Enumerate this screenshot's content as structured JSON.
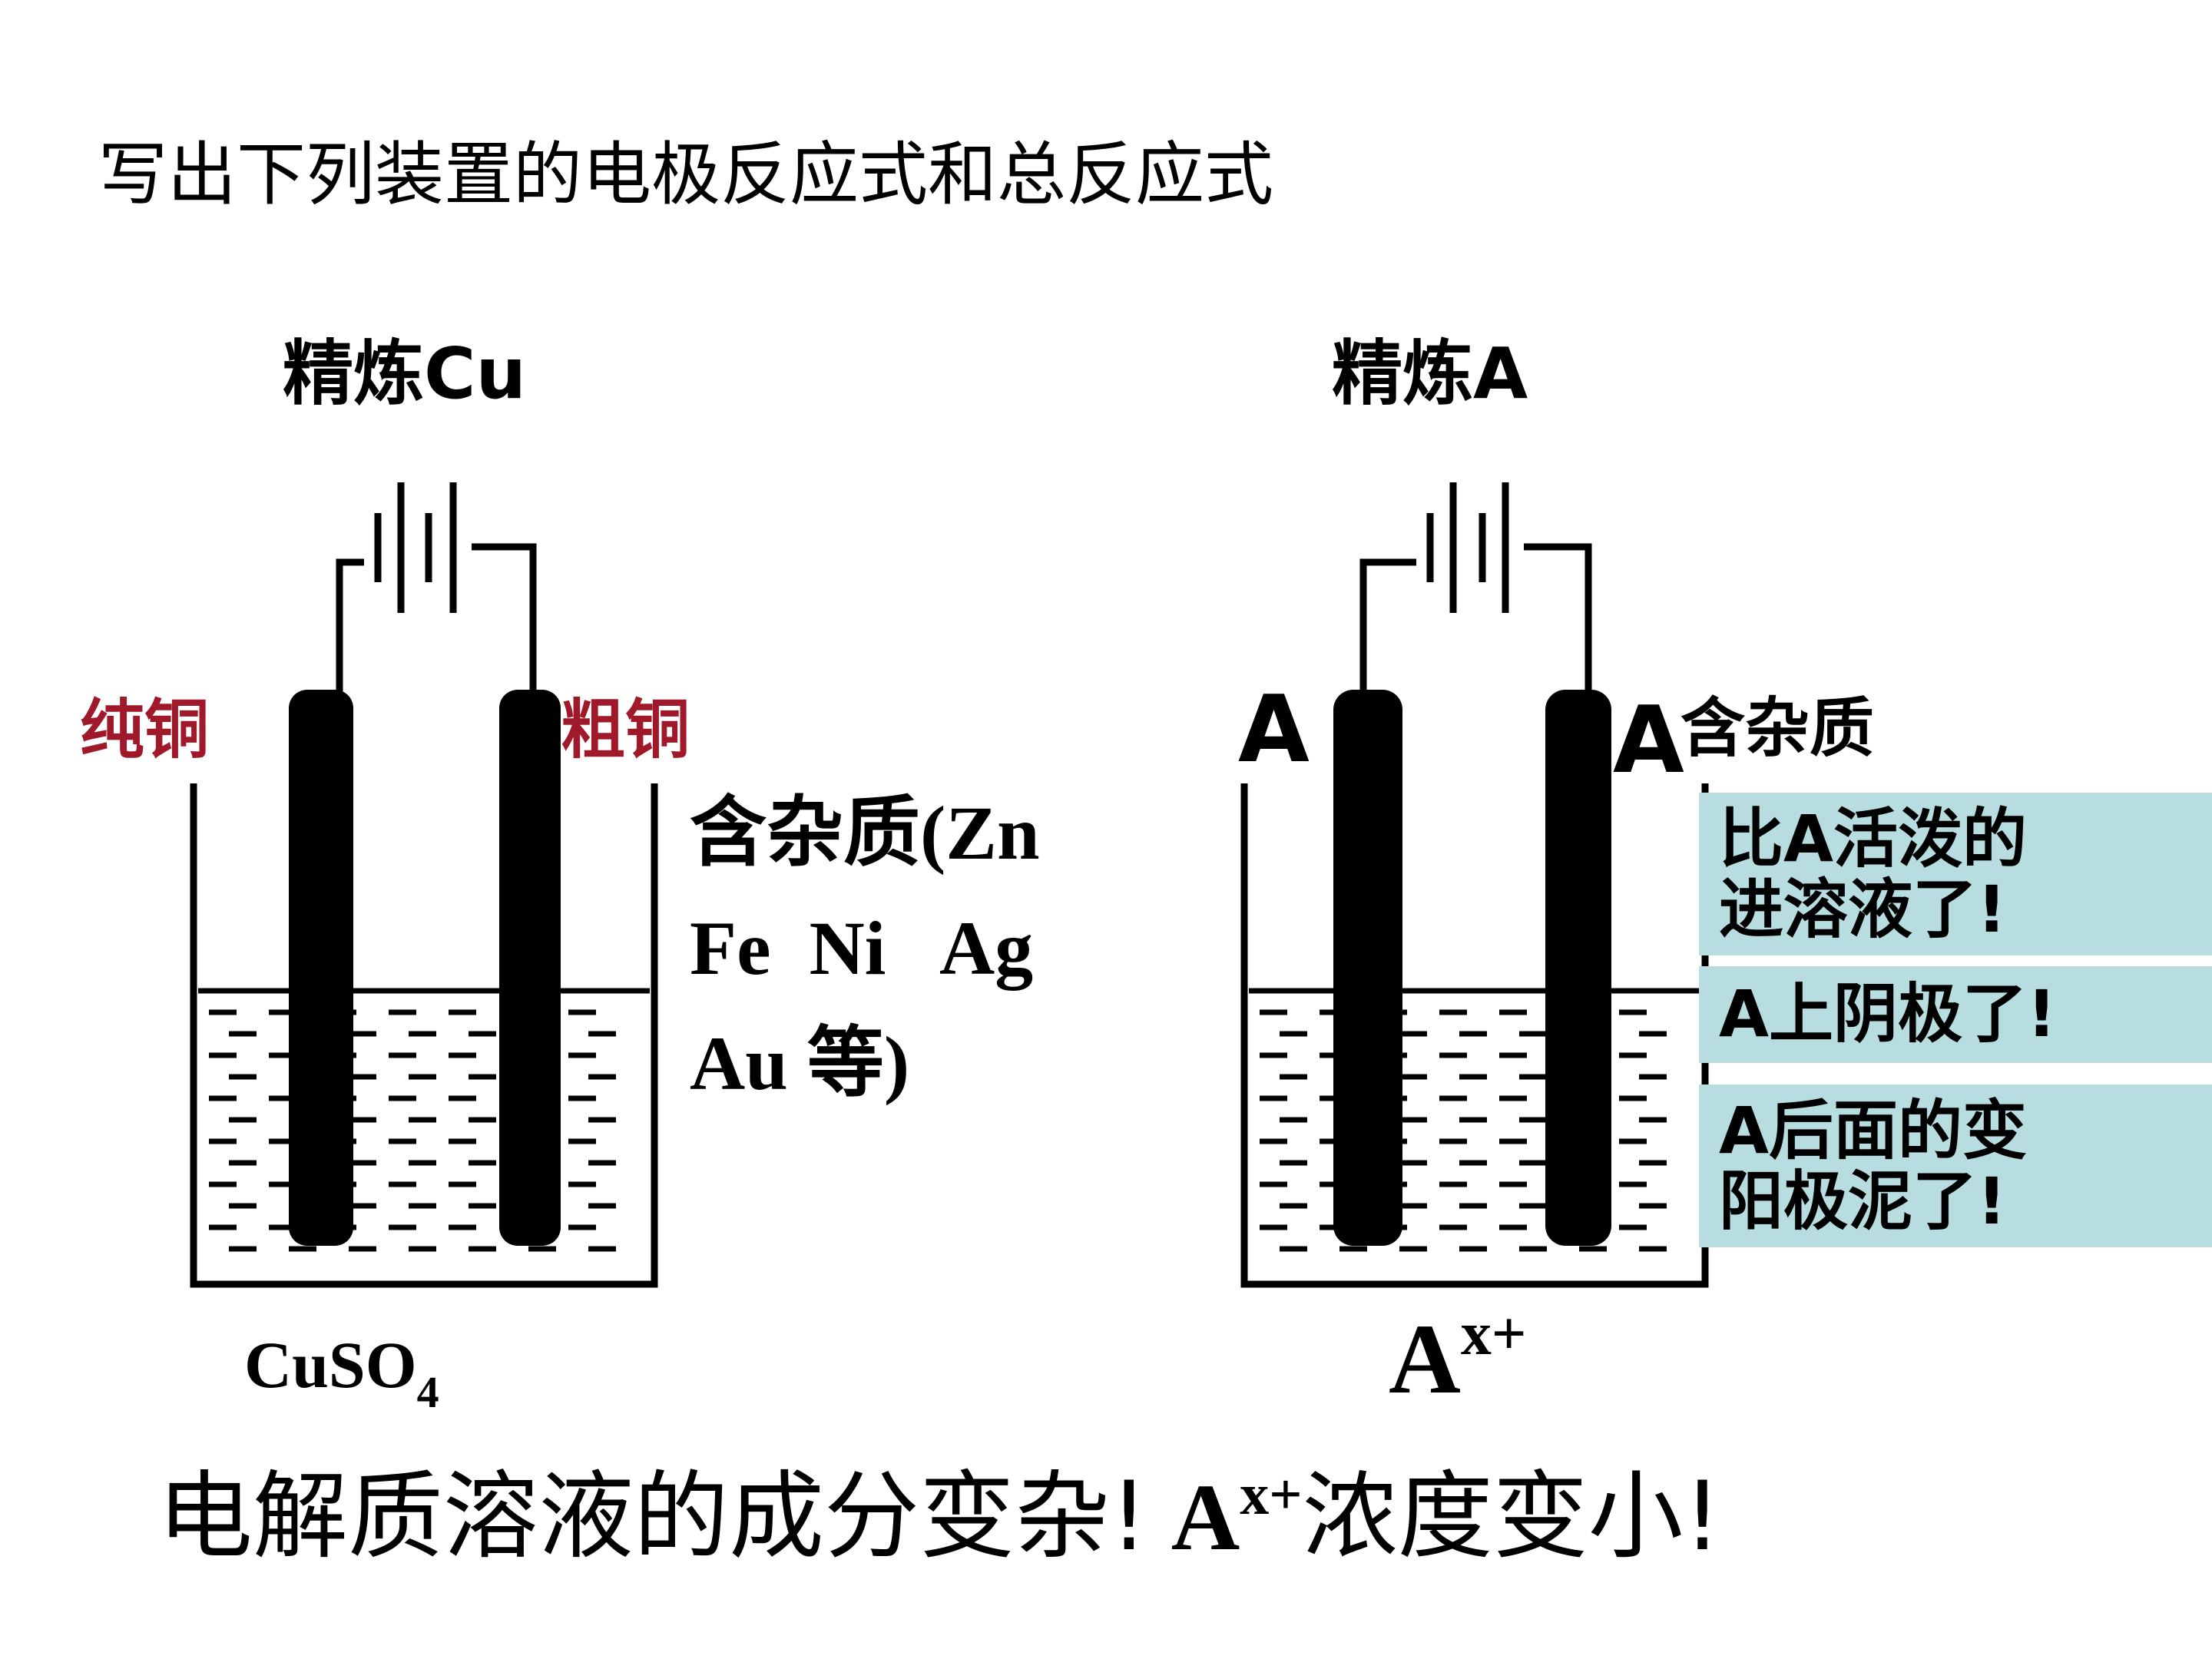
{
  "title": "写出下列装置的电极反应式和总反应式",
  "left_cell": {
    "heading": "精炼Cu",
    "cathode_label": "纯铜",
    "anode_label": "粗铜",
    "impurity_lines": [
      "含杂质(Zn",
      "Fe  Ni   Ag",
      "Au 等)"
    ],
    "electrolyte_base": "CuSO",
    "electrolyte_sub": "4"
  },
  "right_cell": {
    "heading": "精炼A",
    "cathode_label": "A",
    "anode_label": "A",
    "anode_note": "含杂质",
    "electrolyte_base": "A",
    "electrolyte_sup": "x+",
    "callouts": [
      [
        "比A活泼的",
        "进溶液了!"
      ],
      [
        "A上阴极了!"
      ],
      [
        "A后面的变",
        "阳极泥了!"
      ]
    ]
  },
  "conclusion": {
    "part1": "电解质溶液的成分变杂!",
    "ion_base": "A",
    "ion_sup": "x+",
    "part2": "浓度变小!"
  },
  "colors": {
    "label_red": "#a0192b",
    "callout_bg": "#b7dde0",
    "electrode": "#000000"
  }
}
